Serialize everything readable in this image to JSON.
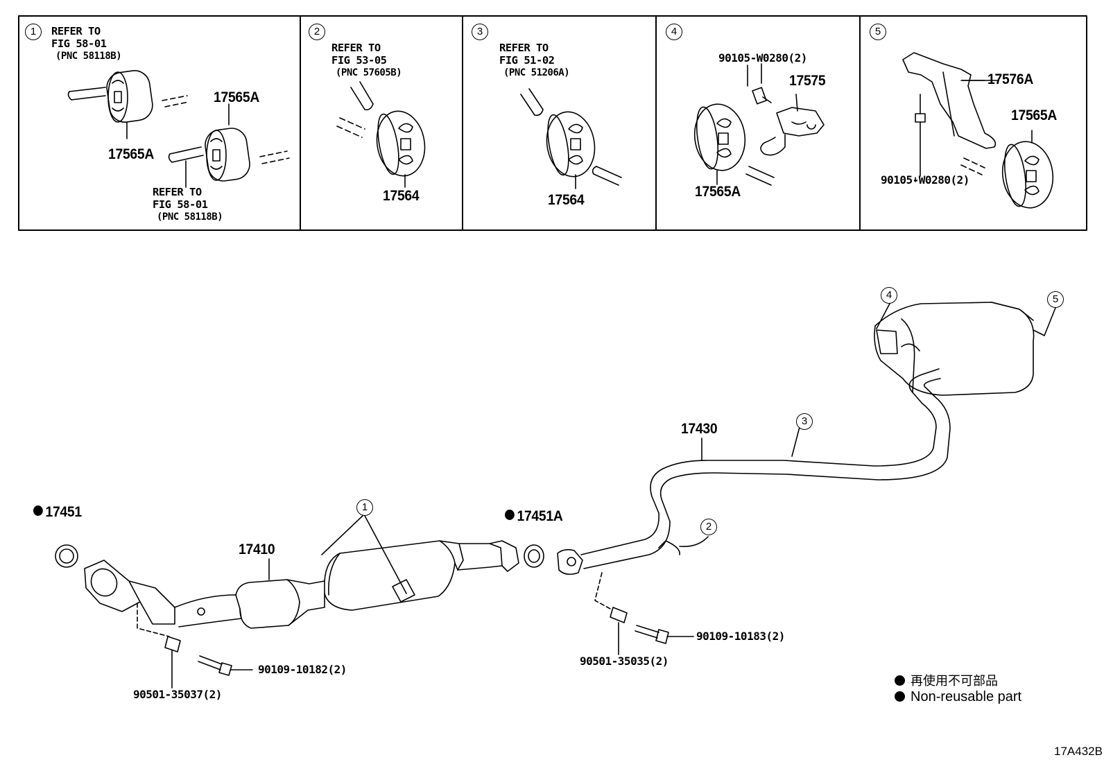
{
  "panels": [
    {
      "num": "1",
      "refs": [
        {
          "l1": "REFER TO",
          "l2": "FIG 58-01",
          "l3": "(PNC 58118B)"
        },
        {
          "l1": "REFER TO",
          "l2": "FIG 58-01",
          "l3": "(PNC 58118B)"
        }
      ],
      "parts": [
        "17565A",
        "17565A"
      ]
    },
    {
      "num": "2",
      "refs": [
        {
          "l1": "REFER TO",
          "l2": "FIG 53-05",
          "l3": "(PNC 57605B)"
        }
      ],
      "parts": [
        "17564"
      ]
    },
    {
      "num": "3",
      "refs": [
        {
          "l1": "REFER TO",
          "l2": "FIG 51-02",
          "l3": "(PNC 51206A)"
        }
      ],
      "parts": [
        "17564"
      ]
    },
    {
      "num": "4",
      "parts": [
        "90105-W0280(2)",
        "17575",
        "17565A"
      ]
    },
    {
      "num": "5",
      "parts": [
        "17576A",
        "17565A",
        "90105-W0280(2)"
      ]
    }
  ],
  "main": {
    "callouts": [
      "1",
      "2",
      "3",
      "4",
      "5"
    ],
    "parts": {
      "p17451": "17451",
      "p17451A": "17451A",
      "p17410": "17410",
      "p17430": "17430",
      "p90109_10182": "90109-10182(2)",
      "p90501_35037": "90501-35037(2)",
      "p90109_10183": "90109-10183(2)",
      "p90501_35035": "90501-35035(2)"
    }
  },
  "legend": {
    "jp": "再使用不可部品",
    "en": "Non-reusable part"
  },
  "code": "17A432B"
}
